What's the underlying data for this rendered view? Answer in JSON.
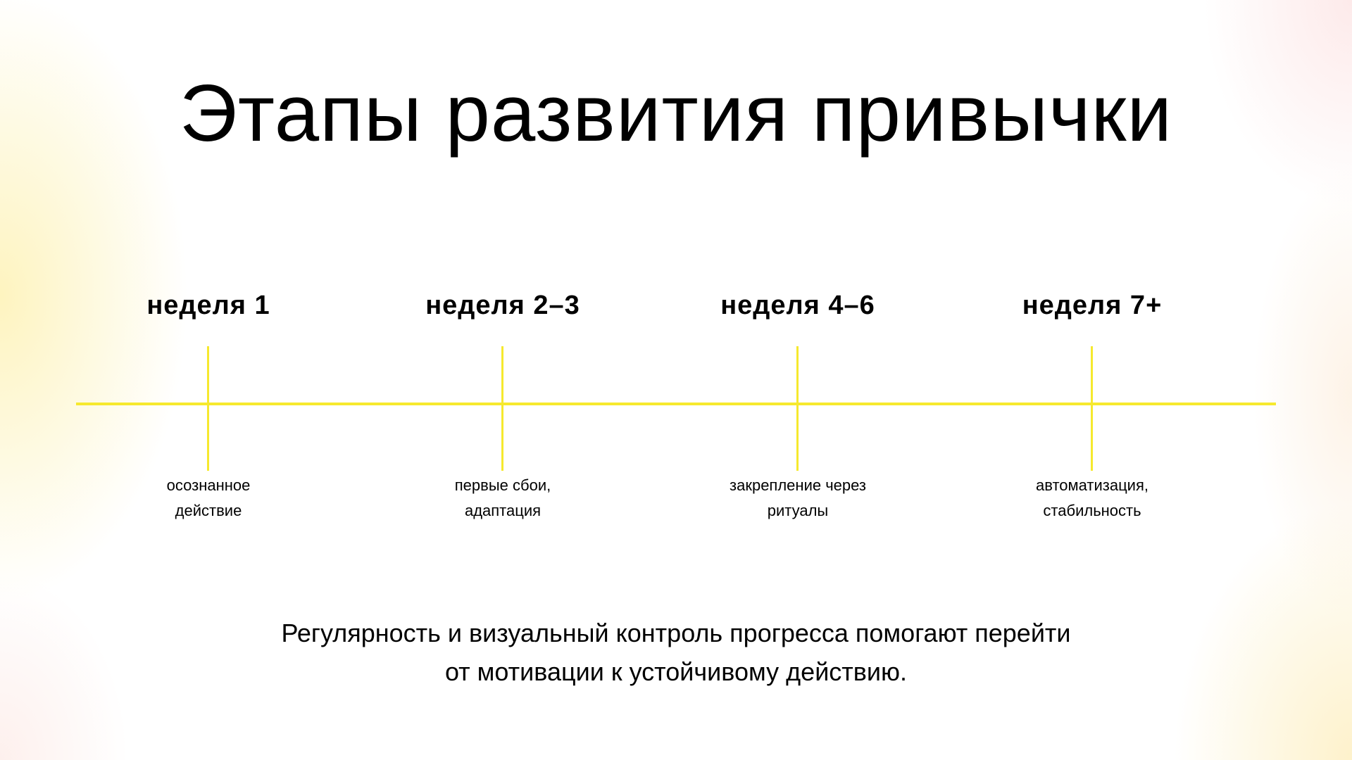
{
  "slide": {
    "title": "Этапы развития привычки",
    "accent_color": "#f6e92e",
    "stages": [
      {
        "label": "неделя 1",
        "desc_line1": "осознанное",
        "desc_line2": "действие"
      },
      {
        "label": "неделя 2–3",
        "desc_line1": "первые сбои,",
        "desc_line2": "адаптация"
      },
      {
        "label": "неделя 4–6",
        "desc_line1": "закрепление через",
        "desc_line2": "ритуалы"
      },
      {
        "label": "неделя 7+",
        "desc_line1": "автоматизация,",
        "desc_line2": "стабильность"
      }
    ],
    "footer": {
      "line1": "Регулярность и визуальный контроль прогресса помогают перейти",
      "line2": "от мотивации к устойчивому действию."
    }
  }
}
